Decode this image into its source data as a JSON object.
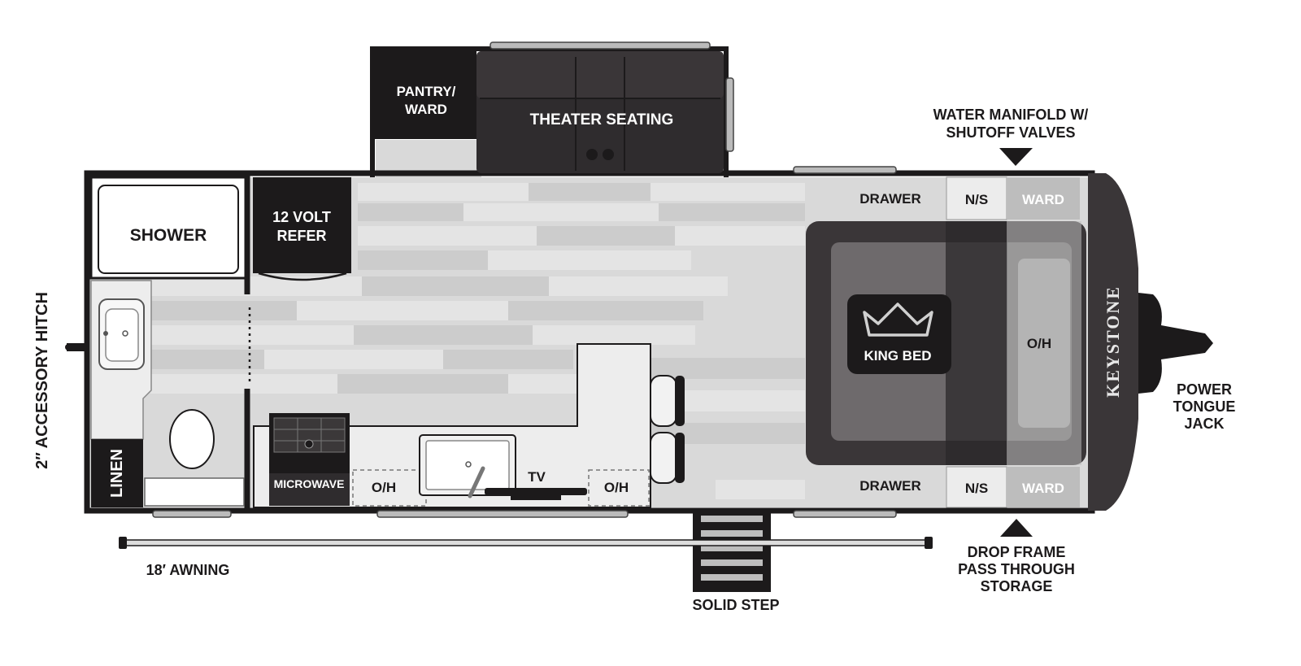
{
  "colors": {
    "wall": "#1c1a1b",
    "dark_fixture": "#2f2c2e",
    "bed_outer": "#3a3638",
    "bed_inner": "#6e6a6c",
    "floor": "#d9d9d9",
    "plank_dark": "#cbcbcb",
    "plank_light": "#e6e6e6",
    "counter": "#ededed",
    "storage": "#bdbdbd"
  },
  "labels": {
    "pantry_line1": "PANTRY/",
    "pantry_line2": "WARD",
    "theater_seating": "THEATER SEATING",
    "water_manifold_line1": "WATER MANIFOLD W/",
    "water_manifold_line2": "SHUTOFF VALVES",
    "shower": "SHOWER",
    "refer_line1": "12 VOLT",
    "refer_line2": "REFER",
    "drawer_top": "DRAWER",
    "ns_top": "N/S",
    "ward_top": "WARD",
    "king_bed": "KING BED",
    "oh_bedroom": "O/H",
    "brand": "KEYSTONE",
    "power_line1": "POWER",
    "power_line2": "TONGUE",
    "power_line3": "JACK",
    "accessory_hitch": "2″ ACCESSORY HITCH",
    "linen": "LINEN",
    "microwave": "MICROWAVE",
    "oh_left": "O/H",
    "tv": "TV",
    "oh_right": "O/H",
    "drawer_bottom": "DRAWER",
    "ns_bottom": "N/S",
    "ward_bottom": "WARD",
    "awning": "18′ AWNING",
    "solid_step": "SOLID STEP",
    "drop_line1": "DROP FRAME",
    "drop_line2": "PASS THROUGH",
    "drop_line3": "STORAGE"
  },
  "icons": {
    "king_bed": "crown-icon",
    "water_manifold": "arrow-down-icon",
    "drop_frame": "arrow-up-icon"
  }
}
